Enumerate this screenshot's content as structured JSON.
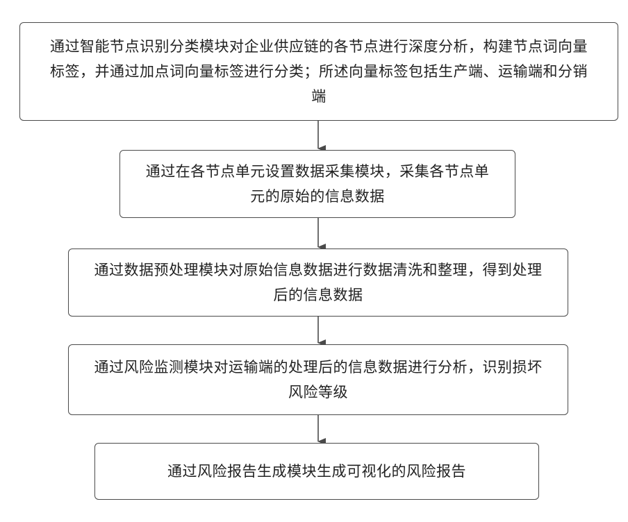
{
  "steps": [
    {
      "text": "通过智能节点识别分类模块对企业供应链的各节点进行深度分析，构建节点词向量标签，并通过加点词向量标签进行分类；所述向量标签包括生产端、运输端和分销端"
    },
    {
      "text": "通过在各节点单元设置数据采集模块，采集各节点单元的原始的信息数据"
    },
    {
      "text": "通过数据预处理模块对原始信息数据进行数据清洗和整理，得到处理后的信息数据"
    },
    {
      "text": "通过风险监测模块对运输端的处理后的信息数据进行分析，识别损坏风险等级"
    },
    {
      "text": "通过风险报告生成模块生成可视化的风险报告"
    }
  ]
}
